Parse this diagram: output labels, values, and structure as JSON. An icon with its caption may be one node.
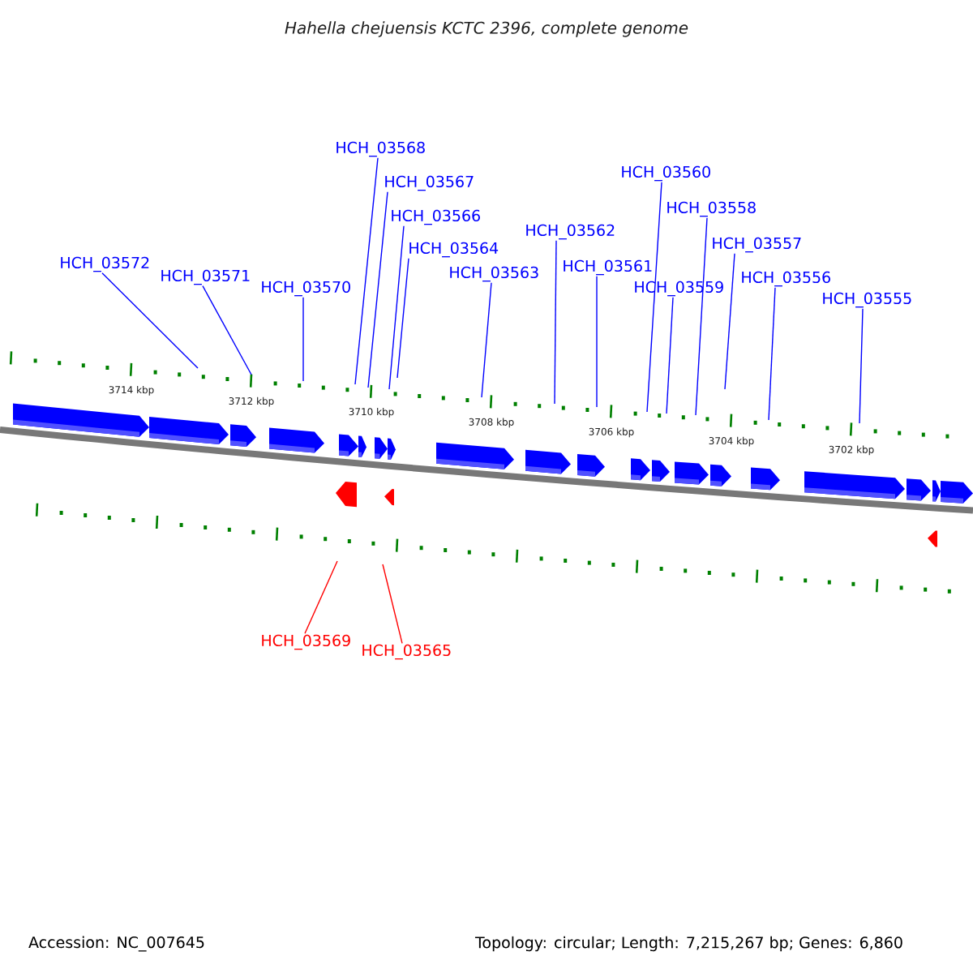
{
  "diagram": {
    "title": "Hahella chejuensis KCTC 2396, complete genome",
    "nodes": [
      {
        "text": [
          "HCH_03572"
        ]
      },
      {
        "text": [
          "HCH_03571"
        ]
      },
      {
        "text": [
          "HCH_03570"
        ]
      },
      {
        "text": [
          "HCH_03568"
        ]
      },
      {
        "text": [
          "HCH_03567"
        ]
      },
      {
        "text": [
          "HCH_03566"
        ]
      },
      {
        "text": [
          "HCH_03564"
        ]
      },
      {
        "text": [
          "HCH_03563"
        ]
      },
      {
        "text": [
          "HCH_03562"
        ]
      },
      {
        "text": [
          "HCH_03561"
        ]
      },
      {
        "text": [
          "HCH_03560"
        ]
      },
      {
        "text": [
          "HCH_03559"
        ]
      },
      {
        "text": [
          "HCH_03558"
        ]
      },
      {
        "text": [
          "HCH_03557"
        ]
      },
      {
        "text": [
          "HCH_03556"
        ]
      },
      {
        "text": [
          "HCH_03555"
        ]
      },
      {
        "text": [
          "HCH_03569"
        ]
      },
      {
        "text": [
          "HCH_03565"
        ]
      }
    ],
    "edges": [
      {
        "from": 0,
        "to": null,
        "arrow": "none"
      },
      {
        "from": 1,
        "to": null,
        "arrow": "none"
      },
      {
        "from": 2,
        "to": null,
        "arrow": "none"
      },
      {
        "from": 3,
        "to": null,
        "arrow": "none"
      },
      {
        "from": 4,
        "to": null,
        "arrow": "none"
      },
      {
        "from": 5,
        "to": null,
        "arrow": "none"
      },
      {
        "from": 6,
        "to": null,
        "arrow": "none"
      },
      {
        "from": 7,
        "to": null,
        "arrow": "none"
      },
      {
        "from": 8,
        "to": null,
        "arrow": "none"
      },
      {
        "from": 9,
        "to": null,
        "arrow": "none"
      },
      {
        "from": 10,
        "to": null,
        "arrow": "none"
      },
      {
        "from": 11,
        "to": null,
        "arrow": "none"
      },
      {
        "from": 12,
        "to": null,
        "arrow": "none"
      },
      {
        "from": 13,
        "to": null,
        "arrow": "none"
      },
      {
        "from": 14,
        "to": null,
        "arrow": "none"
      },
      {
        "from": 15,
        "to": null,
        "arrow": "none"
      },
      {
        "from": 16,
        "to": null,
        "arrow": "none",
        "color": "#ff0000"
      },
      {
        "from": 17,
        "to": null,
        "arrow": "none",
        "color": "#ff0000"
      }
    ],
    "labels": [
      "3714 kbp",
      "3712 kbp",
      "3710 kbp",
      "3708 kbp",
      "3706 kbp",
      "3704 kbp",
      "3702 kbp",
      "Accession: NC_007645",
      "Topology: circular; Length: 7,215,267 bp; Genes: 6,860"
    ]
  }
}
